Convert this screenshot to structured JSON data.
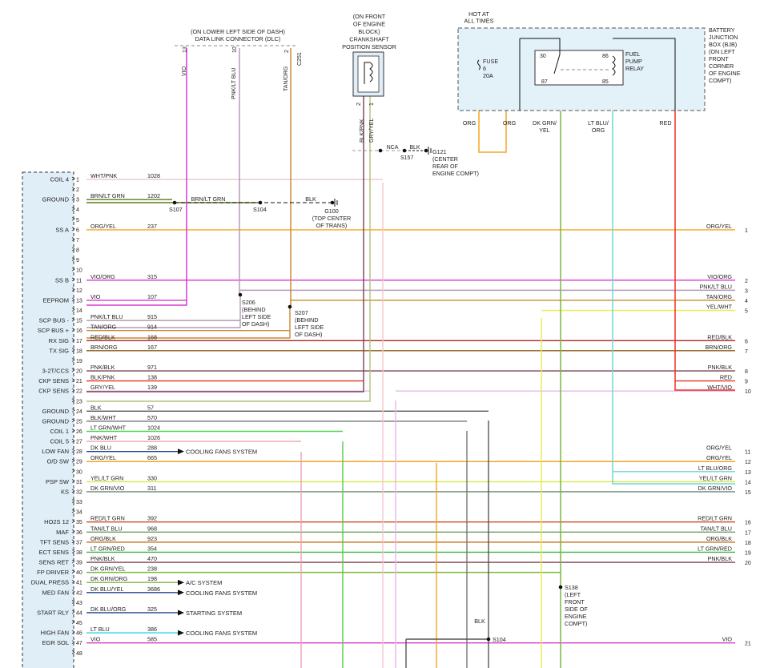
{
  "dlc": {
    "label": [
      "(ON LOWER LEFT SIDE OF DASH)",
      "DATA LINK CONNECTOR (DLC)"
    ],
    "conn": "C251"
  },
  "ckp_sensor": {
    "label": [
      "(ON FRONT",
      "OF ENGINE",
      "BLOCK)",
      "CRANKSHAFT",
      "POSITION SENSOR"
    ]
  },
  "hot_at": [
    "HOT AT",
    "ALL TIMES"
  ],
  "bjb": {
    "label": [
      "BATTERY",
      "JUNCTION",
      "BOX (BJB)",
      "(ON LEFT",
      "FRONT",
      "CORNER",
      "OF ENGINE",
      "COMPT)"
    ],
    "fuse": [
      "FUSE",
      "6",
      "20A"
    ],
    "relay": [
      "FUEL",
      "PUMP",
      "RELAY"
    ],
    "relay_pins": [
      "30",
      "86",
      "87",
      "85"
    ]
  },
  "bjb_wires": [
    "ORG",
    "ORG",
    "DK GRN/\nYEL",
    "LT BLU/\nORG",
    "RED"
  ],
  "ckp_wires": [
    "BLK/PNK",
    "GRY/YEL"
  ],
  "nca": "NCA",
  "blk": "BLK",
  "splices": {
    "S157": "S157",
    "G121": [
      "G121",
      "(CENTER",
      "REAR OF",
      "ENGINE COMPT)"
    ],
    "S107": "S107",
    "S104a": "S104",
    "G100": [
      "G100",
      "(TOP CENTER",
      "OF TRANS)"
    ],
    "S206": [
      "S206",
      "(BEHIND",
      "LEFT SIDE",
      "OF DASH)"
    ],
    "S207": [
      "S207",
      "(BEHIND",
      "LEFT SIDE",
      "OF DASH)"
    ],
    "S138": [
      "S138",
      "(LEFT",
      "FRONT",
      "SIDE OF",
      "ENGINE",
      "COMPT)"
    ],
    "S104b": "S104"
  },
  "ground_branch": [
    "BRN/LT GRN",
    "BLK"
  ],
  "blk_s104": "BLK",
  "pins": [
    {
      "n": "1",
      "label": "COIL 4",
      "color": "WHT/PNK",
      "circ": "1028",
      "right": "",
      "rn": ""
    },
    {
      "n": "2",
      "label": "",
      "color": "",
      "circ": "",
      "right": "",
      "rn": ""
    },
    {
      "n": "3",
      "label": "GROUND",
      "color": "BRN/LT GRN",
      "circ": "1202",
      "right": "",
      "rn": ""
    },
    {
      "n": "4",
      "label": "",
      "color": "",
      "circ": "",
      "right": "",
      "rn": ""
    },
    {
      "n": "5",
      "label": "",
      "color": "",
      "circ": "",
      "right": "",
      "rn": ""
    },
    {
      "n": "6",
      "label": "SS A",
      "color": "ORG/YEL",
      "circ": "237",
      "right": "ORG/YEL",
      "rn": "1"
    },
    {
      "n": "7",
      "label": "",
      "color": "",
      "circ": "",
      "right": "",
      "rn": ""
    },
    {
      "n": "8",
      "label": "",
      "color": "",
      "circ": "",
      "right": "",
      "rn": ""
    },
    {
      "n": "9",
      "label": "",
      "color": "",
      "circ": "",
      "right": "",
      "rn": ""
    },
    {
      "n": "10",
      "label": "",
      "color": "",
      "circ": "",
      "right": "",
      "rn": ""
    },
    {
      "n": "11",
      "label": "SS B",
      "color": "VIO/ORG",
      "circ": "315",
      "right": "VIO/ORG",
      "rn": "2"
    },
    {
      "n": "12",
      "label": "",
      "color": "",
      "circ": "",
      "right": "PNK/LT BLU",
      "rn": "3"
    },
    {
      "n": "13",
      "label": "EEPROM",
      "color": "VIO",
      "circ": "107",
      "right": "TAN/ORG",
      "rn": "4"
    },
    {
      "n": "14",
      "label": "",
      "color": "",
      "circ": "",
      "right": "YEL/WHT",
      "rn": "5"
    },
    {
      "n": "15",
      "label": "SCP BUS -",
      "color": "PNK/LT BLU",
      "circ": "915",
      "right": "",
      "rn": ""
    },
    {
      "n": "16",
      "label": "SCP BUS +",
      "color": "TAN/ORG",
      "circ": "914",
      "right": "",
      "rn": ""
    },
    {
      "n": "17",
      "label": "RX SIG",
      "color": "RED/BLK",
      "circ": "168",
      "right": "RED/BLK",
      "rn": "6"
    },
    {
      "n": "18",
      "label": "TX SIG",
      "color": "BRN/ORG",
      "circ": "167",
      "right": "BRN/ORG",
      "rn": "7"
    },
    {
      "n": "19",
      "label": "",
      "color": "",
      "circ": "",
      "right": "",
      "rn": ""
    },
    {
      "n": "20",
      "label": "3-2T/CCS",
      "color": "PNK/BLK",
      "circ": "971",
      "right": "PNK/BLK",
      "rn": "8"
    },
    {
      "n": "21",
      "label": "CKP SENS",
      "color": "BLK/PNK",
      "circ": "138",
      "right": "RED",
      "rn": "9"
    },
    {
      "n": "22",
      "label": "CKP SENS",
      "color": "GRY/YEL",
      "circ": "139",
      "right": "WHT/VIO",
      "rn": "10"
    },
    {
      "n": "23",
      "label": "",
      "color": "",
      "circ": "",
      "right": "",
      "rn": ""
    },
    {
      "n": "24",
      "label": "GROUND",
      "color": "BLK",
      "circ": "57",
      "right": "",
      "rn": ""
    },
    {
      "n": "25",
      "label": "GROUND",
      "color": "BLK/WHT",
      "circ": "570",
      "right": "",
      "rn": ""
    },
    {
      "n": "26",
      "label": "COIL 1",
      "color": "LT GRN/WHT",
      "circ": "1024",
      "right": "",
      "rn": ""
    },
    {
      "n": "27",
      "label": "COIL 5",
      "color": "PNK/WHT",
      "circ": "1026",
      "right": "",
      "rn": ""
    },
    {
      "n": "28",
      "label": "LOW FAN",
      "color": "DK BLU",
      "circ": "288",
      "right": "ORG/YEL",
      "rn": "11",
      "arrow": "COOLING FANS SYSTEM"
    },
    {
      "n": "29",
      "label": "O/D SW",
      "color": "ORG/YEL",
      "circ": "665",
      "right": "ORG/YEL",
      "rn": "12"
    },
    {
      "n": "30",
      "label": "",
      "color": "",
      "circ": "",
      "right": "LT BLU/ORG",
      "rn": "13"
    },
    {
      "n": "31",
      "label": "PSP SW",
      "color": "YEL/LT GRN",
      "circ": "330",
      "right": "YEL/LT GRN",
      "rn": "14"
    },
    {
      "n": "32",
      "label": "KS",
      "color": "DK GRN/VIO",
      "circ": "311",
      "right": "DK GRN/VIO",
      "rn": "15"
    },
    {
      "n": "33",
      "label": "",
      "color": "",
      "circ": "",
      "right": "",
      "rn": ""
    },
    {
      "n": "34",
      "label": "",
      "color": "",
      "circ": "",
      "right": "",
      "rn": ""
    },
    {
      "n": "35",
      "label": "HO2S 12",
      "color": "RED/LT GRN",
      "circ": "392",
      "right": "RED/LT GRN",
      "rn": "16"
    },
    {
      "n": "36",
      "label": "MAF",
      "color": "TAN/LT BLU",
      "circ": "968",
      "right": "TAN/LT BLU",
      "rn": "17"
    },
    {
      "n": "37",
      "label": "TFT SENS",
      "color": "ORG/BLK",
      "circ": "923",
      "right": "ORG/BLK",
      "rn": "18"
    },
    {
      "n": "38",
      "label": "ECT SENS",
      "color": "LT GRN/RED",
      "circ": "354",
      "right": "LT GRN/RED",
      "rn": "19"
    },
    {
      "n": "39",
      "label": "SENS RET",
      "color": "PNK/BLK",
      "circ": "470",
      "right": "PNK/BLK",
      "rn": "20"
    },
    {
      "n": "40",
      "label": "FP DRIVER",
      "color": "DK GRN/YEL",
      "circ": "238",
      "right": "",
      "rn": ""
    },
    {
      "n": "41",
      "label": "DUAL PRESS",
      "color": "DK GRN/ORG",
      "circ": "198",
      "right": "",
      "rn": "",
      "arrow": "A/C SYSTEM"
    },
    {
      "n": "42",
      "label": "MED FAN",
      "color": "DK BLU/YEL",
      "circ": "3686",
      "right": "",
      "rn": "",
      "arrow": "COOLING FANS SYSTEM"
    },
    {
      "n": "43",
      "label": "",
      "color": "",
      "circ": "",
      "right": "",
      "rn": ""
    },
    {
      "n": "44",
      "label": "START RLY",
      "color": "DK BLU/ORG",
      "circ": "325",
      "right": "",
      "rn": "",
      "arrow": "STARTING SYSTEM"
    },
    {
      "n": "45",
      "label": "",
      "color": "",
      "circ": "",
      "right": "",
      "rn": ""
    },
    {
      "n": "46",
      "label": "HIGH FAN",
      "color": "LT BLU",
      "circ": "386",
      "right": "",
      "rn": "",
      "arrow": "COOLING FANS SYSTEM"
    },
    {
      "n": "47",
      "label": "EGR SOL",
      "color": "VIO",
      "circ": "585",
      "right": "VIO",
      "rn": "21"
    },
    {
      "n": "48",
      "label": "",
      "color": "",
      "circ": "",
      "right": "",
      "rn": ""
    }
  ],
  "colors": {
    "pink_white": "#f1c7cf",
    "brn_grn": "#5f7a1a",
    "org_yel": "#f5a623",
    "magenta": "#d63ad1",
    "pnk_ltblu": "#b59ab8",
    "tan_org": "#c88a35",
    "yel_wht": "#eaea4a",
    "red_blk": "#b0242a",
    "brn_org": "#8a5a12",
    "pnk_blk": "#7a4050",
    "red": "#ee3322",
    "wht_vio": "#ebb5ee",
    "black": "#555555",
    "blk_wht": "#777777",
    "lt_grn": "#4fd14a",
    "pnk_wht": "#f0a0b5",
    "lt_blu_org": "#70d6cf",
    "yel_ltgrn": "#d8e84a",
    "dk_grn_vio": "#6a8878",
    "red_ltgrn": "#c8501a",
    "tan_ltblu": "#6aa05a",
    "org_blk": "#d07a2a",
    "ltgrn_red": "#3cb83a",
    "dkgrn_yel": "#79b93a",
    "lt_blu": "#2bd6e6",
    "bjb_fill": "#e3f1f9",
    "ckp_fill": "#e0eef7"
  }
}
